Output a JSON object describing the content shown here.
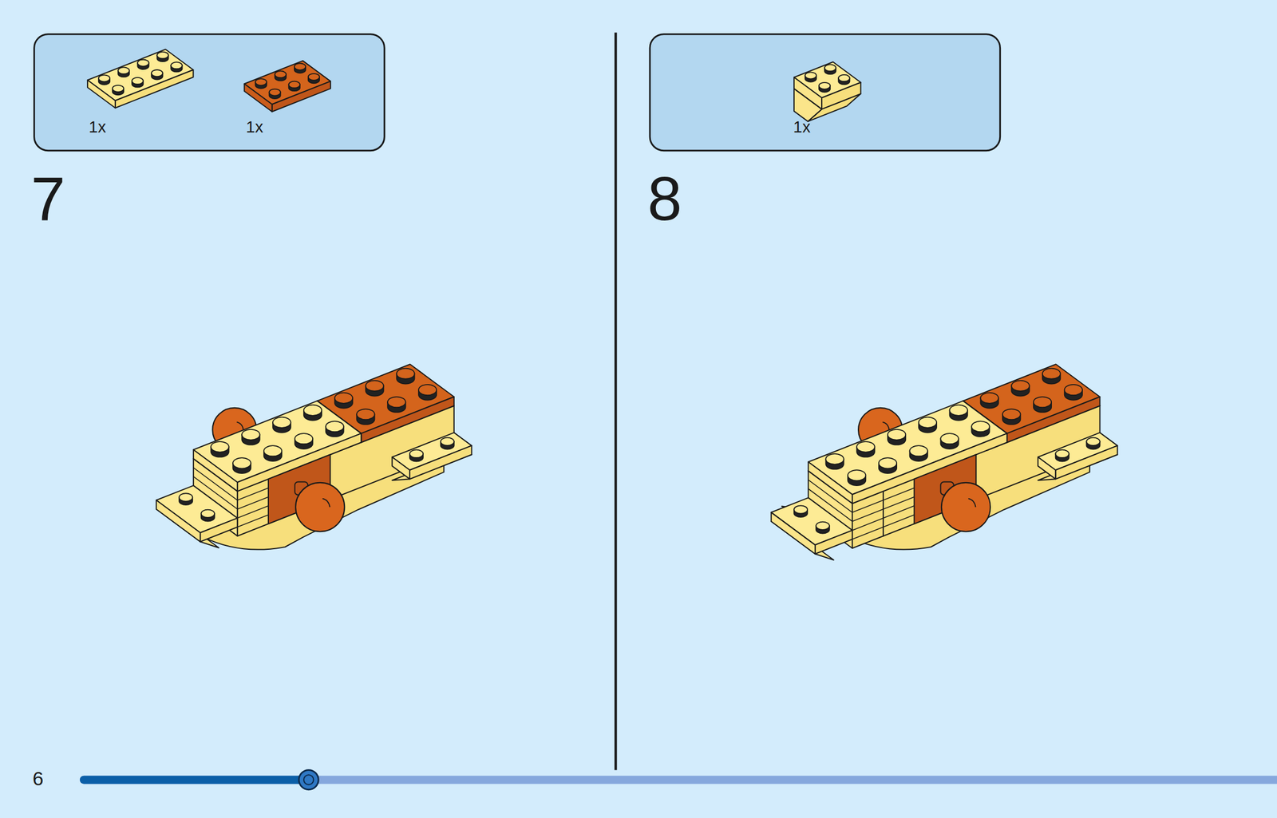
{
  "diagram": {
    "nodes": [
      {
        "text": [
          "1x",
          "1x"
        ]
      },
      {
        "text": [
          "1x"
        ]
      }
    ],
    "labels": [
      "7",
      "8",
      "6"
    ]
  }
}
